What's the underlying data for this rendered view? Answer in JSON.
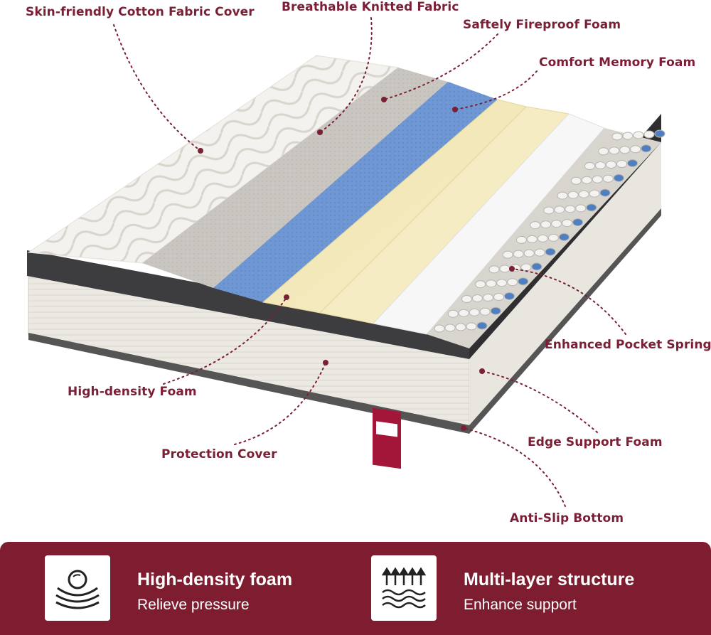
{
  "callouts": {
    "cotton_cover": "Skin-friendly Cotton Fabric Cover",
    "knitted_fabric": "Breathable Knitted Fabric",
    "fireproof_foam": "Saftely Fireproof Foam",
    "memory_foam": "Comfort Memory Foam",
    "pocket_spring": "Enhanced Pocket Spring",
    "high_density_foam": "High-density Foam",
    "protection_cover": "Protection Cover",
    "edge_support": "Edge Support Foam",
    "anti_slip": "Anti-Slip Bottom"
  },
  "features": [
    {
      "title": "High-density foam",
      "subtitle": "Relieve pressure",
      "icon": "pressure-foam-icon"
    },
    {
      "title": "Multi-layer structure",
      "subtitle": "Enhance support",
      "icon": "layered-arrows-icon"
    }
  ],
  "colors": {
    "accent": "#7f1d30",
    "callout_text": "#7a1f35",
    "memory_foam_blue": "#6f97d3",
    "foam_yellow": "#f3e8b8",
    "spring_blue": "#4f7fc1"
  }
}
